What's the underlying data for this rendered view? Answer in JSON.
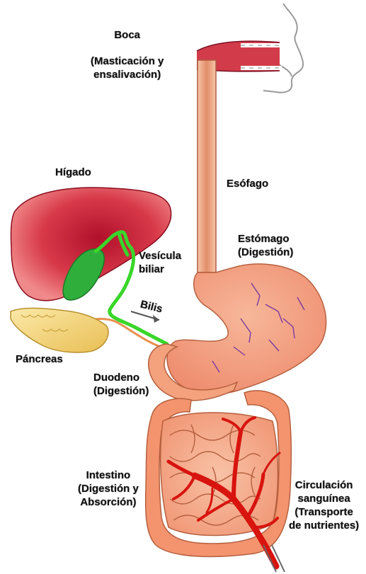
{
  "labels": {
    "boca": [
      "Boca",
      "(Masticación y",
      "ensalivación)"
    ],
    "esofago": [
      "Esófago"
    ],
    "higado": [
      "Hígado"
    ],
    "estomago": [
      "Estómago",
      "(Digestión)"
    ],
    "vesicula": [
      "Vesícula",
      "biliar"
    ],
    "bilis": [
      "Bilis"
    ],
    "pancreas": [
      "Páncreas"
    ],
    "duodeno": [
      "Duodeno",
      "(Digestión)"
    ],
    "intestino": [
      "Intestino",
      "(Digestión y",
      "Absorción)"
    ],
    "circulacion": [
      "Circulación",
      "sanguínea",
      "(Transporte",
      "de nutrientes)"
    ]
  },
  "colors": {
    "liver": "#c8283c",
    "gallbladder": "#22aa33",
    "bile_duct": "#33dd22",
    "pancreas": "#f3d77a",
    "esophagus": "#e8a07a",
    "stomach": "#f4a27e",
    "intestine": "#f6a884",
    "blood_vessel": "#dd1111",
    "mouth": "#c8283c"
  }
}
